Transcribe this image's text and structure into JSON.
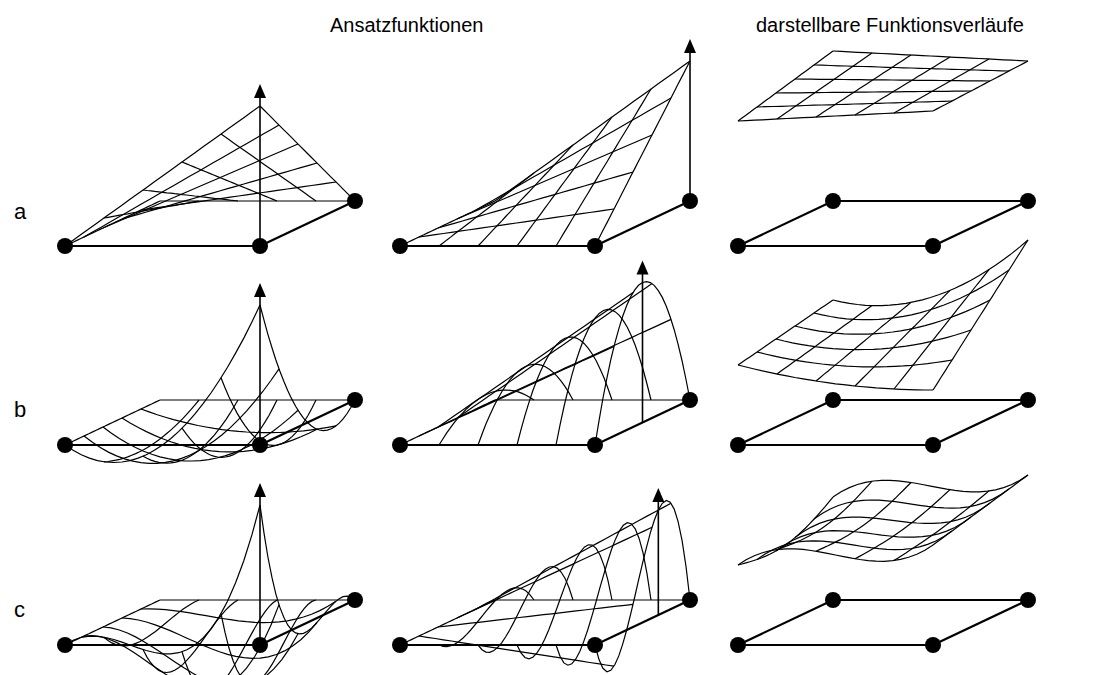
{
  "diagram": {
    "labels": [
      "Ansatzfunktionen",
      "darstellbare Funktionsverläufe",
      "a",
      "b",
      "c"
    ]
  }
}
